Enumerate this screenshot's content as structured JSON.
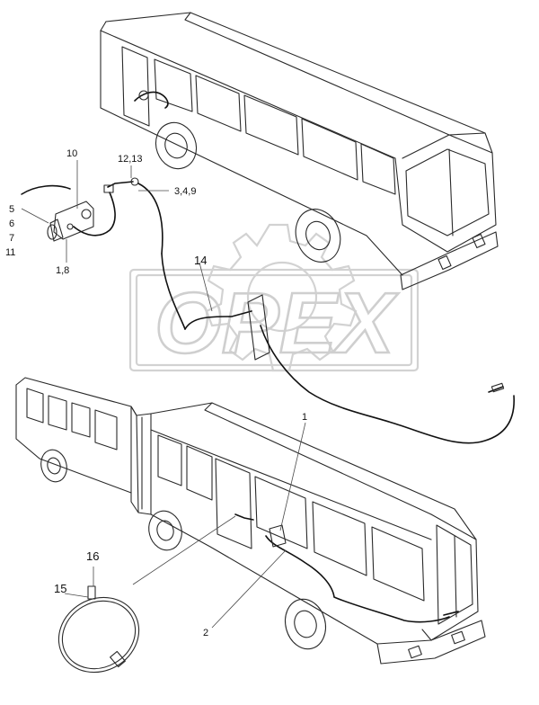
{
  "watermark": {
    "text": "OPEX",
    "color": "#cfcfcf"
  },
  "callouts": {
    "c10": "10",
    "c12_13": "12,13",
    "c3_4_9": "3,4,9",
    "c5": "5",
    "c6": "6",
    "c7": "7",
    "c11": "11",
    "c1_8": "1,8",
    "c14": "14",
    "c1": "1",
    "c2": "2",
    "c16": "16",
    "c15": "15"
  },
  "colors": {
    "line": "#2a2a2a",
    "wire": "#111111",
    "watermark": "#cfcfcf"
  }
}
